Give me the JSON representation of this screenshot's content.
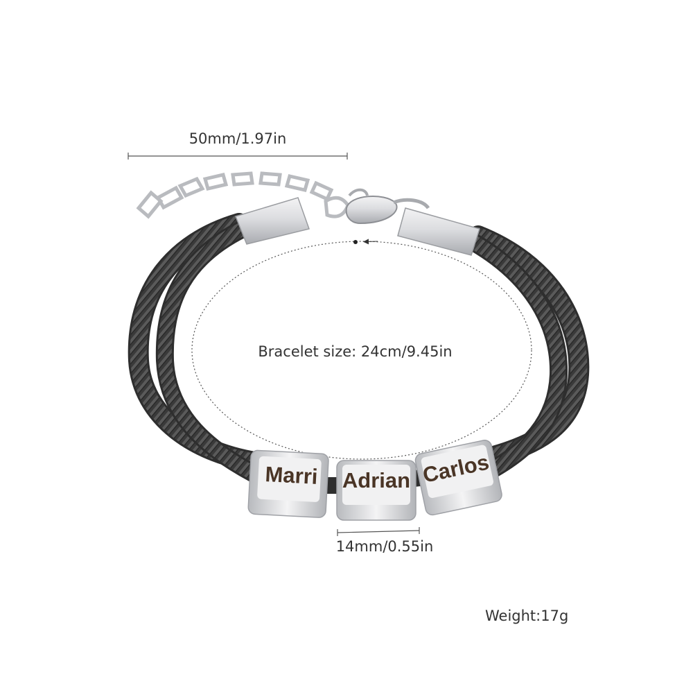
{
  "measurements": {
    "chain_length": "50mm/1.97in",
    "bracelet_size": "Bracelet size: 24cm/9.45in",
    "bead_width": "14mm/0.55in",
    "weight": "Weight:17g"
  },
  "beads": {
    "left": "Marri",
    "center": "Adrian",
    "right": "Carlos"
  },
  "colors": {
    "rope": "#3f3f3f",
    "steel": "#d9dadc",
    "engraving": "#4a3526",
    "text": "#333333"
  }
}
